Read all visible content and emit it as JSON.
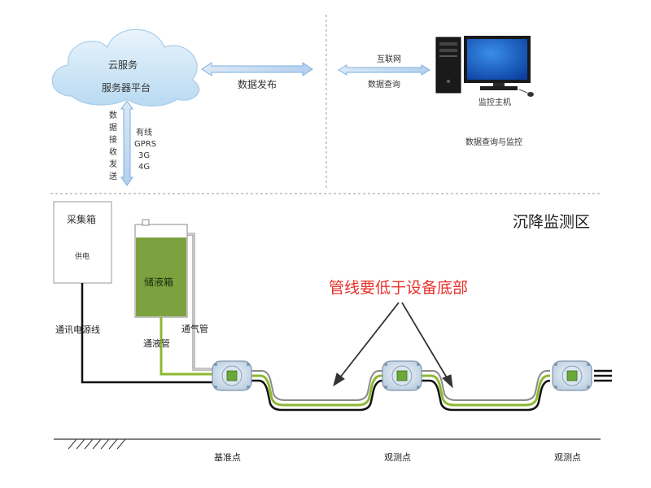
{
  "cloud": {
    "title": "云服务",
    "subtitle": "服务器平台"
  },
  "links": {
    "data_publish": "数据发布",
    "internet": "互联网",
    "data_query": "数据查询",
    "vertical": [
      "数",
      "据",
      "接",
      "收",
      "发",
      "送"
    ],
    "network": {
      "wired": "有线",
      "gprs": "GPRS",
      "g3": "3G",
      "g4": "4G"
    }
  },
  "host": {
    "label": "监控主机",
    "caption": "数据查询与监控"
  },
  "zone": {
    "title": "沉降监测区"
  },
  "collector": {
    "title": "采集箱",
    "power": "供电",
    "cable_label": "通讯电源线"
  },
  "tank": {
    "label": "储液箱",
    "liquid_pipe": "通液管",
    "air_pipe": "通气管"
  },
  "notice": "管线要低于设备底部",
  "points": {
    "base": "基准点",
    "obs1": "观测点",
    "obs2": "观测点"
  },
  "colors": {
    "liquid_green": "#7ba23f",
    "pipe_green": "#8db833",
    "arrow_blue": "#7eb0de",
    "notice_red": "#e8302a"
  }
}
